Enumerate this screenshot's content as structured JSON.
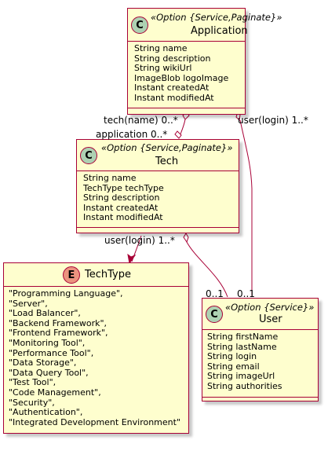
{
  "classes": {
    "application": {
      "stereotype": "«Option {Service,Paginate}»",
      "name": "Application",
      "attributes": [
        "String name",
        "String description",
        "String wikiUrl",
        "ImageBlob logoImage",
        "Instant createdAt",
        "Instant modifiedAt"
      ]
    },
    "tech": {
      "stereotype": "«Option {Service,Paginate}»",
      "name": "Tech",
      "attributes": [
        "String name",
        "TechType techType",
        "String description",
        "Instant createdAt",
        "Instant modifiedAt"
      ]
    },
    "user": {
      "stereotype": "«Option {Service}»",
      "name": "User",
      "attributes": [
        "String firstName",
        "String lastName",
        "String login",
        "String email",
        "String imageUrl",
        "String authorities"
      ]
    },
    "techtype": {
      "name": "TechType",
      "values": [
        "\"Programming Language\",",
        "\"Server\",",
        "\"Load Balancer\",",
        "\"Backend Framework\",",
        "\"Frontend Framework\",",
        "\"Monitoring Tool\",",
        "\"Performance Tool\",",
        "\"Data Storage\",",
        "\"Data Query Tool\",",
        "\"Test Tool\",",
        "\"Code Management\",",
        "\"Security\",",
        "\"Authentication\",",
        "\"Integrated Development Environment\""
      ]
    }
  },
  "icons": {
    "class": "C",
    "enum": "E"
  },
  "labels": {
    "app_tech_top": "tech(name) 0..*",
    "app_tech_bottom": "application 0..*",
    "app_user_top": "user(login)  1..*",
    "app_user_bottom": "0..1",
    "tech_user_top": "user(login)  1..*",
    "tech_user_bottom": "0..1"
  },
  "colors": {
    "class_bg": "#FEFECE",
    "border": "#A80036",
    "class_icon": "#ADD1B2",
    "enum_icon": "#EB937F"
  }
}
